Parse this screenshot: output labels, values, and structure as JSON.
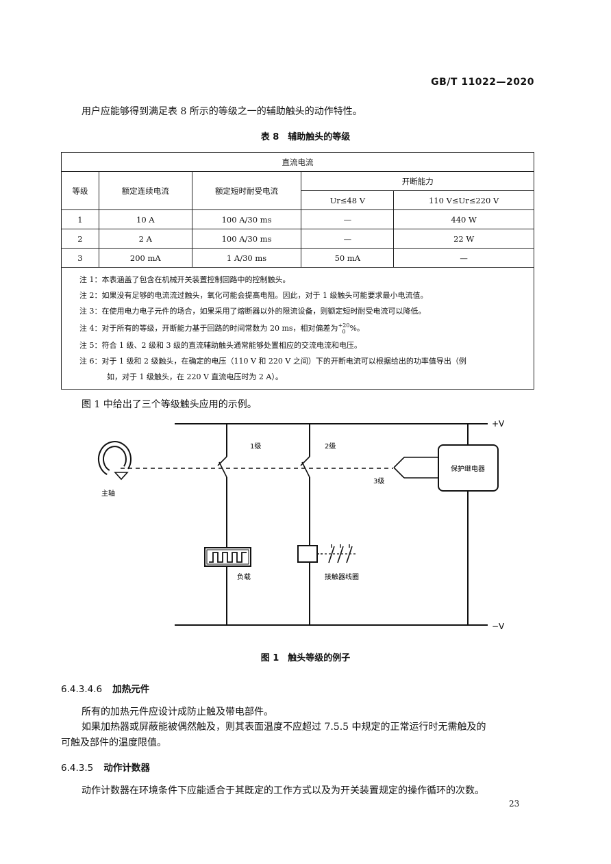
{
  "header": {
    "standard_no": "GB/T 11022—2020"
  },
  "intro": "用户应能够得到满足表 8 所示的等级之一的辅助触头的动作特性。",
  "table8": {
    "caption": "表 8　辅助触头的等级",
    "group_header": "直流电流",
    "col_grade": "等级",
    "col_rated_current": "额定连续电流",
    "col_short_time": "额定短时耐受电流",
    "col_breaking": "开断能力",
    "sub_low": "Ur≤48 V",
    "sub_high": "110 V≤Ur≤220 V",
    "rows": [
      {
        "grade": "1",
        "current": "10 A",
        "short": "100 A/30 ms",
        "low": "—",
        "high": "440 W"
      },
      {
        "grade": "2",
        "current": "2 A",
        "short": "100 A/30 ms",
        "low": "—",
        "high": "22 W"
      },
      {
        "grade": "3",
        "current": "200 mA",
        "short": "1 A/30 ms",
        "low": "50 mA",
        "high": "—"
      }
    ],
    "notes": {
      "n1": "注 1：本表涵盖了包含在机械开关装置控制回路中的控制触头。",
      "n2": "注 2：如果没有足够的电流流过触头，氧化可能会提高电阻。因此，对于 1 级触头可能要求最小电流值。",
      "n3": "注 3：在使用电力电子元件的场合，如果采用了熔断器以外的限流设备，则额定短时耐受电流可以降低。",
      "n4_pre": "注 4：对于所有的等级，开断能力基于回路的时间常数为 20 ms，相对偏差为",
      "n4_sup": "+20",
      "n4_sub": "0",
      "n4_post": "%。",
      "n5": "注 5：符合 1 级、2 级和 3 级的直流辅助触头通常能够处置相应的交流电流和电压。",
      "n6a": "注 6：对于 1 级和 2 级触头，在确定的电压（110 V 和 220 V 之间）下的开断电流可以根据给出的功率值导出（例",
      "n6b": "如，对于 1 级触头，在 220 V 直流电压时为 2 A）。"
    }
  },
  "fig_intro": "图 1 中给出了三个等级触头应用的示例。",
  "figure1": {
    "plus_v": "+V",
    "minus_v": "−V",
    "grade1": "1级",
    "grade2": "2级",
    "grade3": "3级",
    "spindle": "主轴",
    "relay": "保护继电器",
    "load": "负载",
    "coil": "接触器线圈",
    "caption": "图 1　触头等级的例子"
  },
  "sec_6_4_3_4_6": {
    "number": "6.4.3.4.6",
    "title": "加热元件",
    "p1": "所有的加热元件应设计成防止触及带电部件。",
    "p2a": "如果加热器或屏蔽能被偶然触及，则其表面温度不应超过 7.5.5 中规定的正常运行时无需触及的",
    "p2b": "可触及部件的温度限值。"
  },
  "sec_6_4_3_5": {
    "number": "6.4.3.5",
    "title": "动作计数器",
    "p1": "动作计数器在环境条件下应能适合于其既定的工作方式以及为开关装置规定的操作循环的次数。"
  },
  "page_number": "23"
}
